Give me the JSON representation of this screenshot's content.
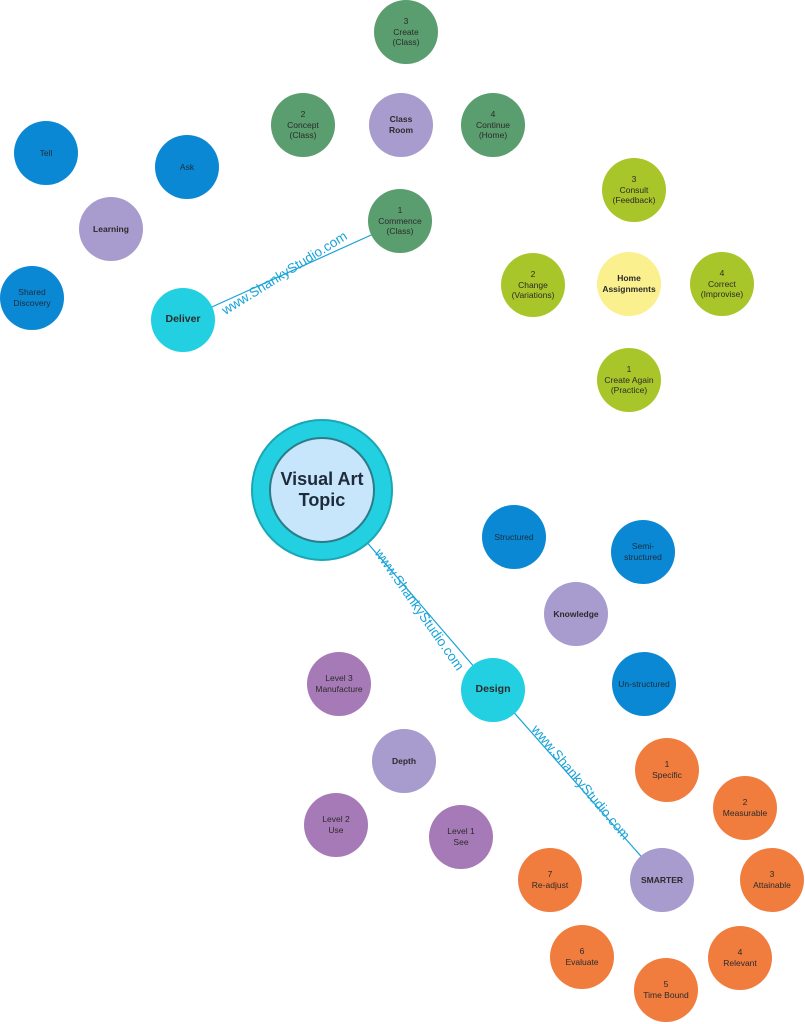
{
  "center": {
    "line1": "Visual Art",
    "line2": "Topic"
  },
  "watermark": "www.ShankyStudio.com",
  "colors": {
    "blue": "#0a88d3",
    "green": "#5a9d6e",
    "lime": "#a8c62a",
    "orange": "#f07c3e",
    "purple": "#a89bce",
    "violet": "#a67ab6",
    "yellow": "#fbf08e",
    "cyan": "#22d0e2"
  },
  "nodes": {
    "deliver": "Deliver",
    "learning": "Learning",
    "tell": "Tell",
    "ask": "Ask",
    "shared_discovery": "Shared\nDiscovery",
    "classroom": "Class\nRoom",
    "create_class": "3\nCreate\n(Class)",
    "concept_class": "2\nConcept\n(Class)",
    "continue_home": "4\nContinue\n(Home)",
    "commence_class": "1\nCommence\n(Class)",
    "home_assignments": "Home\nAssignments",
    "consult": "3\nConsult\n(Feedback)",
    "change": "2\nChange\n(Variations)",
    "correct": "4\nCorrect\n(Improvise)",
    "create_again": "1\nCreate Again\n(Practice)",
    "design": "Design",
    "knowledge": "Knowledge",
    "structured": "Structured",
    "semi_structured": "Semi-structured",
    "un_structured": "Un-structured",
    "depth": "Depth",
    "level3": "Level 3\nManufacture",
    "level2": "Level 2\nUse",
    "level1": "Level 1\nSee",
    "smarter": "SMARTER",
    "specific": "1\nSpecific",
    "measurable": "2\nMeasurable",
    "attainable": "3\nAttainable",
    "relevant": "4\nRelevant",
    "time_bound": "5\nTime Bound",
    "evaluate": "6\nEvaluate",
    "readjust": "7\nRe-adjust"
  }
}
